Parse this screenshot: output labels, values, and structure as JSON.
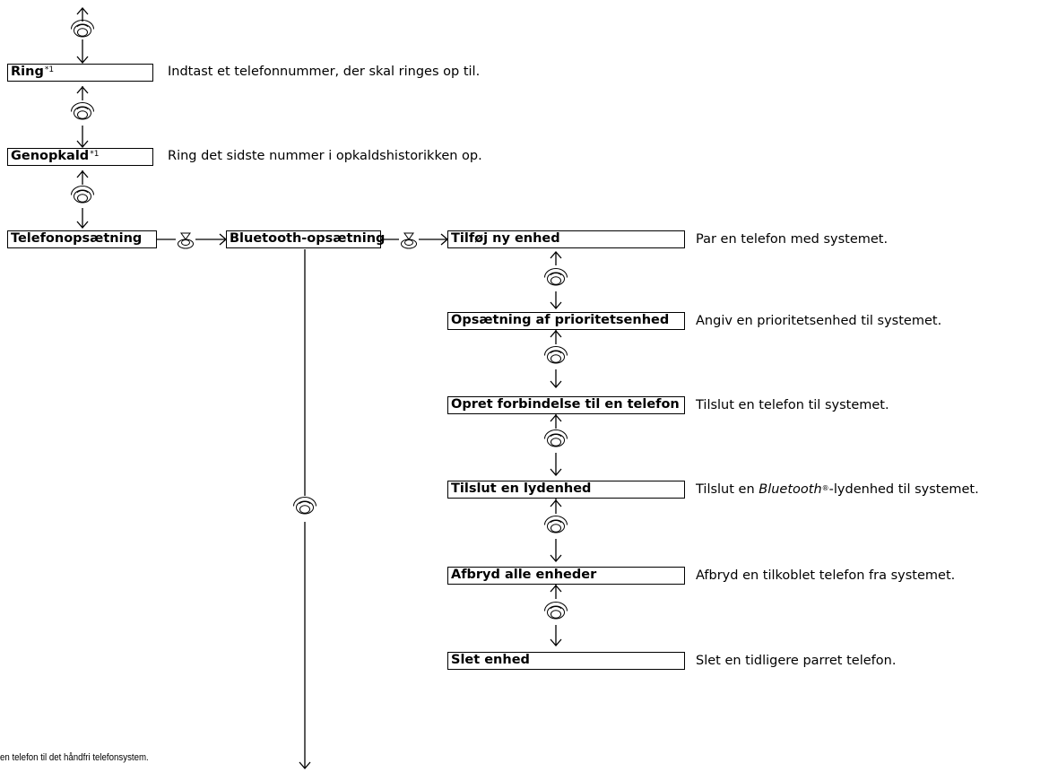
{
  "menu": {
    "ring": {
      "label": "Ring",
      "note": "*1"
    },
    "genopkald": {
      "label": "Genopkald",
      "note": "*1"
    },
    "telefonopsaetning": {
      "label": "Telefonopsætning"
    },
    "bluetooth_opsaetning": {
      "label": "Bluetooth-opsætning"
    },
    "bt_items": [
      {
        "label": "Tilføj ny enhed"
      },
      {
        "label": "Opsætning af prioritetsenhed"
      },
      {
        "label": "Opret forbindelse til en telefon"
      },
      {
        "label": "Tilslut en lydenhed"
      },
      {
        "label": "Afbryd alle enheder"
      },
      {
        "label": "Slet enhed"
      }
    ]
  },
  "descriptions": {
    "ring": "Indtast et telefonnummer, der skal ringes op til.",
    "genopkald": "Ring det sidste nummer i opkaldshistorikken op.",
    "bt_items": [
      {
        "text": "Par en telefon med systemet."
      },
      {
        "text": "Angiv en prioritetsenhed til systemet."
      },
      {
        "text": "Tilslut en telefon til systemet."
      },
      {
        "pre": "Tilslut en ",
        "brand": "Bluetooth",
        "mark": "®",
        "post": "-lydenhed til systemet."
      },
      {
        "text": "Afbryd en tilkoblet telefon fra systemet."
      },
      {
        "text": "Slet en tidligere parret telefon."
      }
    ]
  },
  "footnote": "en telefon til det håndfri telefonsystem.",
  "icons": {
    "rotate": "rotate-knob-icon",
    "press": "press-knob-icon"
  }
}
